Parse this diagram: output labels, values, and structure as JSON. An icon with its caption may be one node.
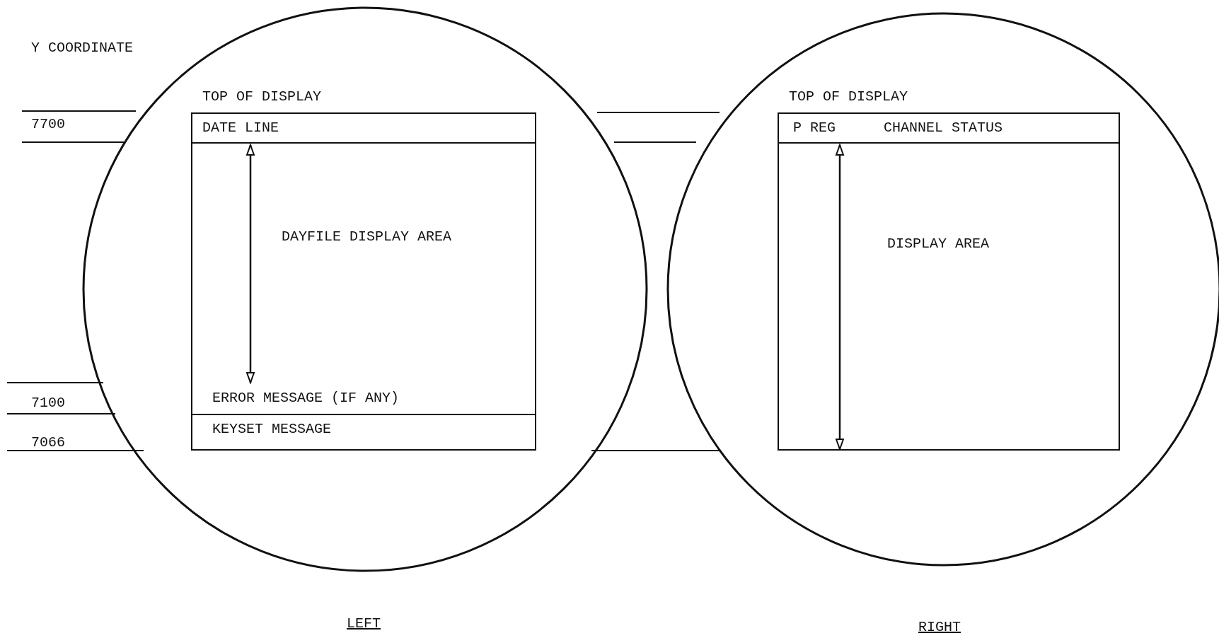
{
  "diagram": {
    "nodes": [
      {
        "text": [
          "TOP OF DISPLAY"
        ]
      },
      {
        "text": [
          "DATE LINE"
        ],
        "in": 0
      },
      {
        "text": [
          "DAYFILE DISPLAY AREA"
        ],
        "in": 0
      },
      {
        "text": [
          "ERROR MESSAGE (IF ANY)"
        ],
        "in": 0
      },
      {
        "text": [
          "KEYSET MESSAGE"
        ],
        "in": 0
      },
      {
        "text": [
          "TOP OF DISPLAY"
        ]
      },
      {
        "text": [
          "P REG",
          "CHANNEL STATUS"
        ],
        "in": 5
      },
      {
        "text": [
          "DISPLAY AREA"
        ],
        "in": 5
      }
    ],
    "edges": [],
    "labels": [
      "Y COORDINATE",
      "7700",
      "7100",
      "7066",
      "LEFT",
      "RIGHT"
    ]
  }
}
